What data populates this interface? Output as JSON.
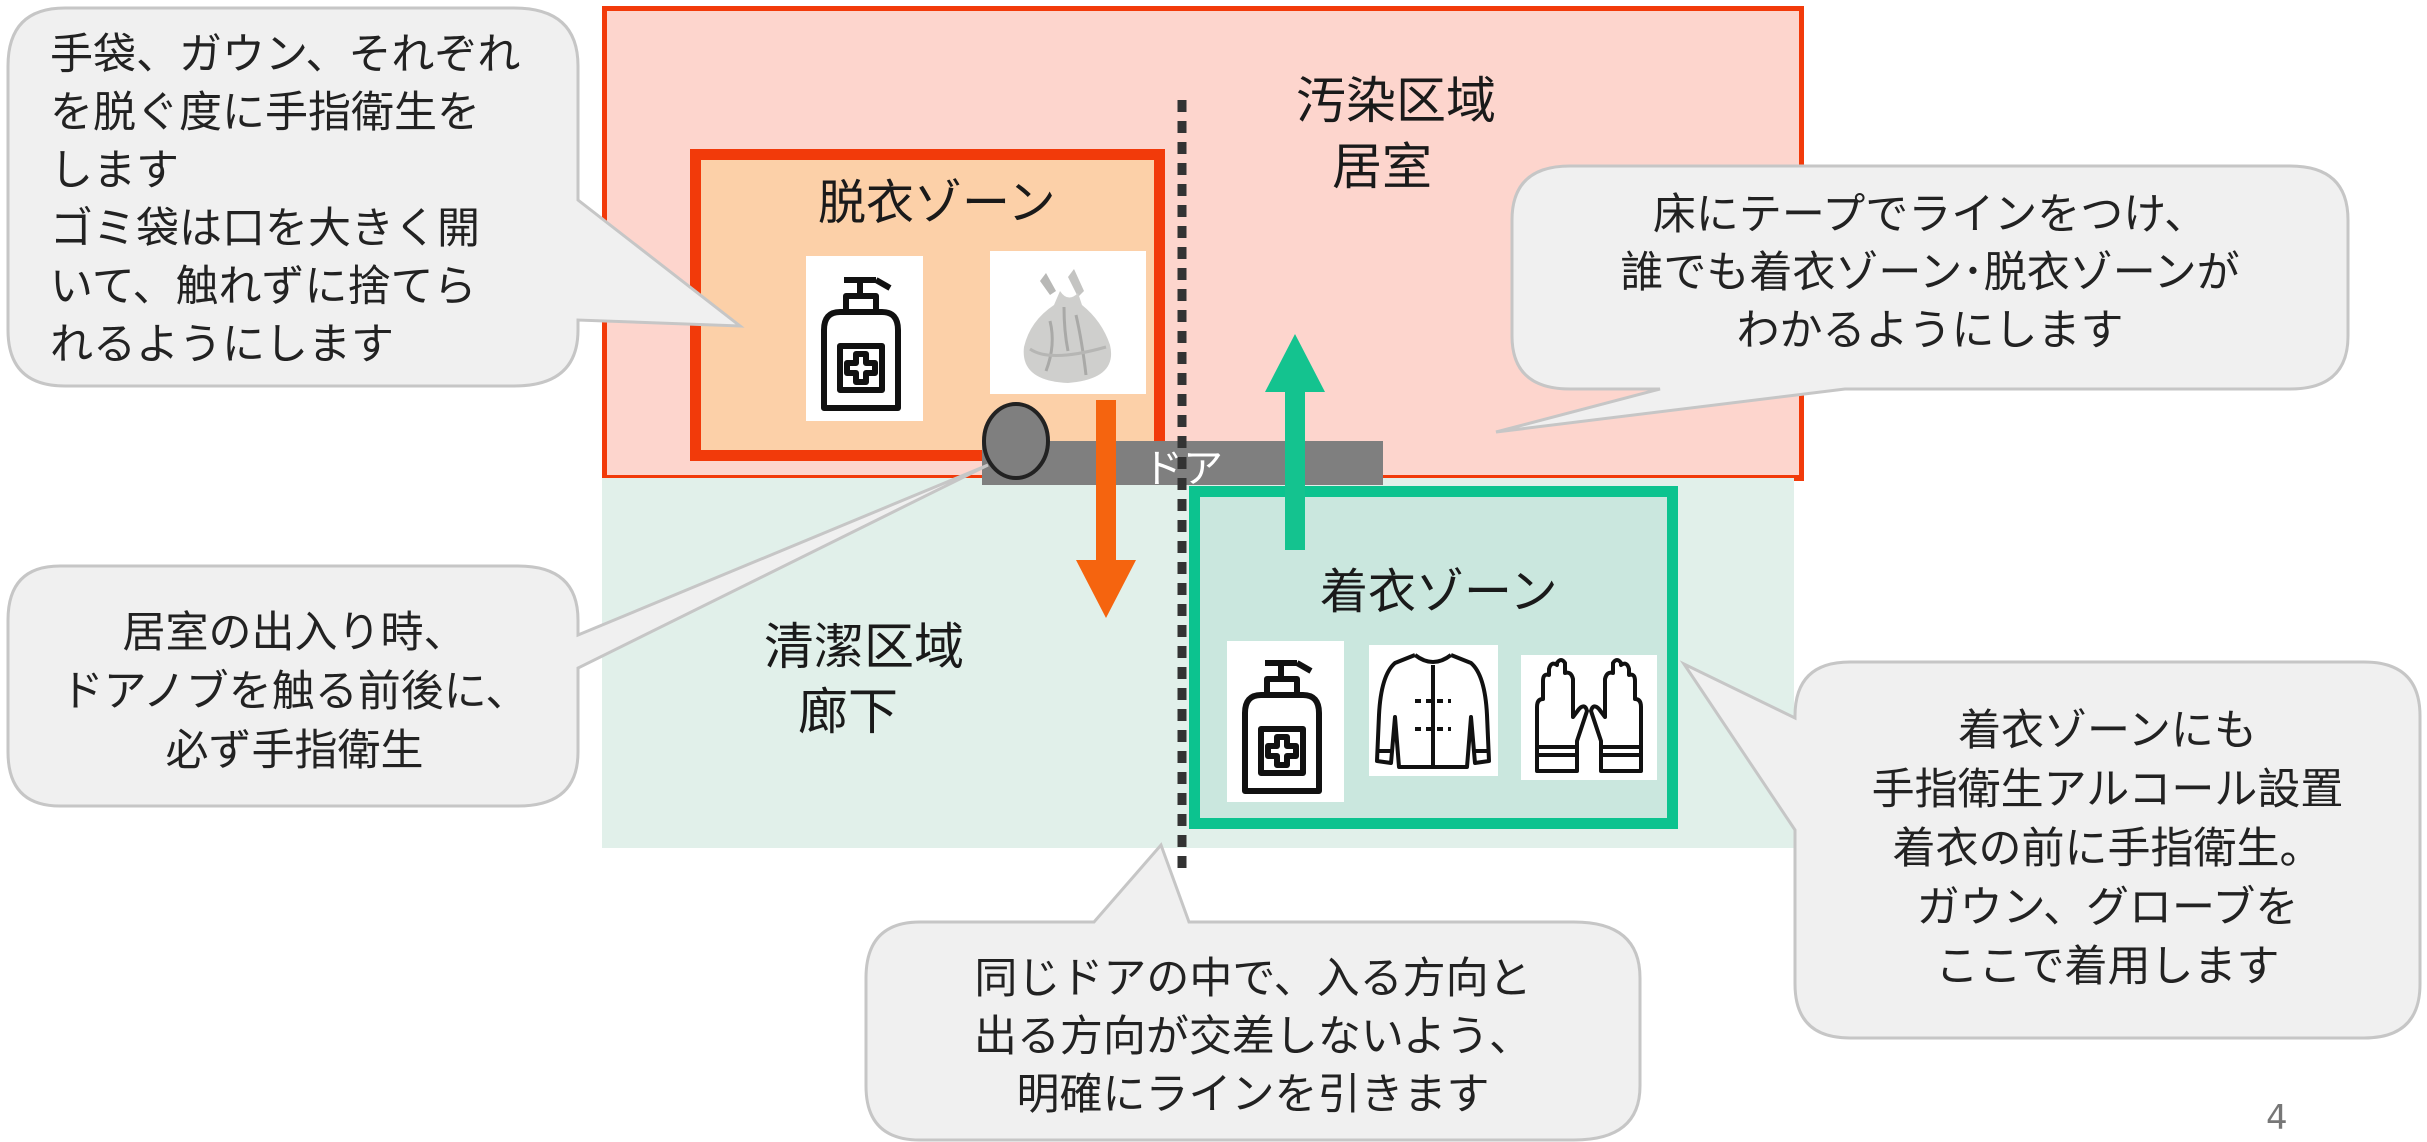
{
  "zones": {
    "contaminated": {
      "title": "汚染区域",
      "subtitle": "居室"
    },
    "clean": {
      "title": "清潔区域",
      "subtitle": "廊下"
    },
    "undress": {
      "label": "脱衣ゾーン"
    },
    "dress": {
      "label": "着衣ゾーン"
    }
  },
  "door": {
    "label": "ドア"
  },
  "callouts": {
    "top_left": "手袋、ガウン、それぞれ\nを脱ぐ度に手指衛生を\nします\nゴミ袋は口を大きく開\nいて、触れずに捨てら\nれるようにします",
    "mid_left": "居室の出入り時、\nドアノブを触る前後に、\n必ず手指衛生",
    "top_right": "床にテープでラインをつけ、\n誰でも着衣ゾーン･脱衣ゾーンが\nわかるようにします",
    "bottom_center": "同じドアの中で、入る方向と\n出る方向が交差しないよう、\n明確にラインを引きます",
    "bottom_right": "着衣ゾーンにも\n手指衛生アルコール設置\n着衣の前に手指衛生。\nガウン、グローブを\nここで着用します"
  },
  "icons": {
    "sanitizer": "hand-sanitizer-icon",
    "trash_bag": "trash-bag-icon",
    "gown": "gown-icon",
    "gloves": "gloves-icon",
    "doorknob": "doorknob-icon"
  },
  "colors": {
    "contaminated_fill": "#fdd5cd",
    "contaminated_border": "#f23a0a",
    "clean_fill": "#e1f0ea",
    "undress_fill": "#fcd0a8",
    "dress_fill": "#cae7de",
    "dress_border": "#0cc38f",
    "exit_arrow": "#f5640f",
    "enter_arrow": "#14c38f",
    "door": "#7f7f7f",
    "bubble_fill": "#f0f0f0"
  },
  "page_number": "4"
}
